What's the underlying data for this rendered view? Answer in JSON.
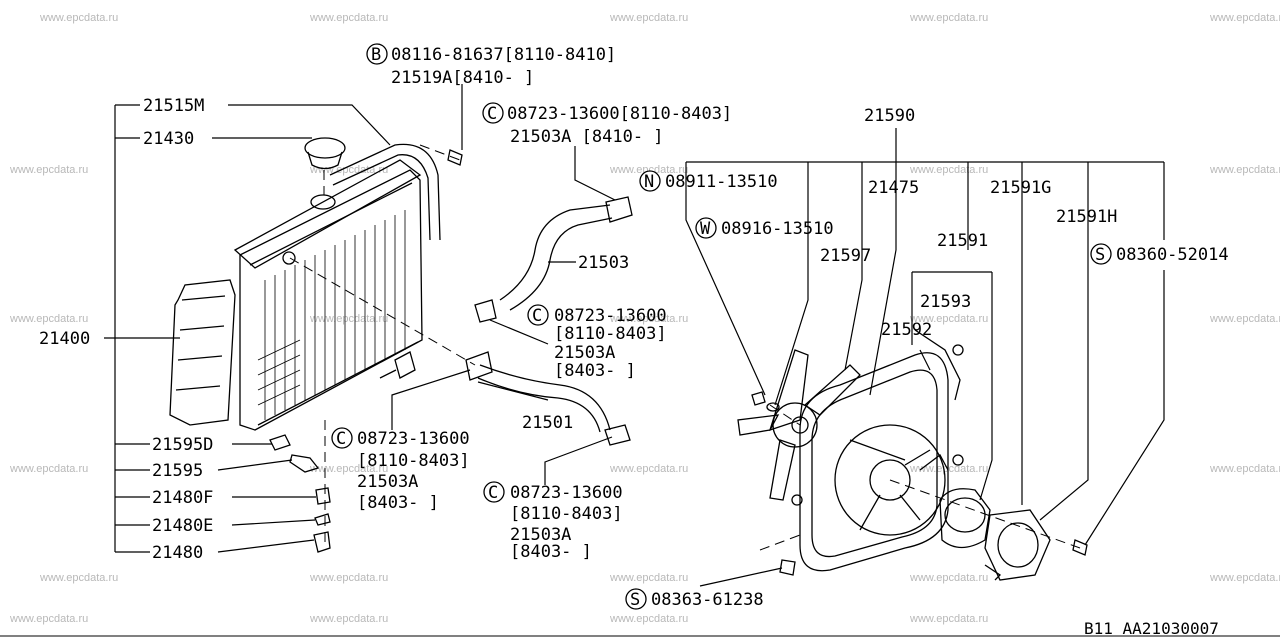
{
  "watermark": "www.epcdata.ru",
  "page_code": "B11   AA21030007",
  "callouts": [
    {
      "id": "b-bolt",
      "lines": [
        "08116-81637[8110-8410]",
        "21519A[8410-  ]"
      ],
      "letter": "B"
    },
    {
      "id": "c-top",
      "lines": [
        "08723-13600[8110-8403]",
        "21503A [8410-  ]"
      ],
      "letter": "C"
    },
    {
      "id": "c-mid",
      "lines": [
        "08723-13600",
        "[8110-8403]",
        "21503A",
        "[8403-  ]"
      ],
      "letter": "C"
    },
    {
      "id": "c-low1",
      "lines": [
        "08723-13600",
        "[8110-8403]",
        "21503A",
        "[8403-  ]"
      ],
      "letter": "C"
    },
    {
      "id": "c-low2",
      "lines": [
        "08723-13600",
        "[8110-8403]",
        "21503A",
        "[8403-  ]"
      ],
      "letter": "C"
    },
    {
      "id": "n-nut",
      "lines": [
        "08911-13510"
      ],
      "letter": "N"
    },
    {
      "id": "w-washer",
      "lines": [
        "08916-13510"
      ],
      "letter": "W"
    },
    {
      "id": "s-screw1",
      "lines": [
        "08360-52014"
      ],
      "letter": "S"
    },
    {
      "id": "s-screw2",
      "lines": [
        "08363-61238"
      ],
      "letter": "S"
    }
  ],
  "parts": {
    "p21515M": "21515M",
    "p21430": "21430",
    "p21400": "21400",
    "p21595D": "21595D",
    "p21595": "21595",
    "p21480F": "21480F",
    "p21480E": "21480E",
    "p21480": "21480",
    "p21503": "21503",
    "p21501": "21501",
    "p21590": "21590",
    "p21475": "21475",
    "p21591G": "21591G",
    "p21591H": "21591H",
    "p21597": "21597",
    "p21591": "21591",
    "p21593": "21593",
    "p21592": "21592"
  }
}
